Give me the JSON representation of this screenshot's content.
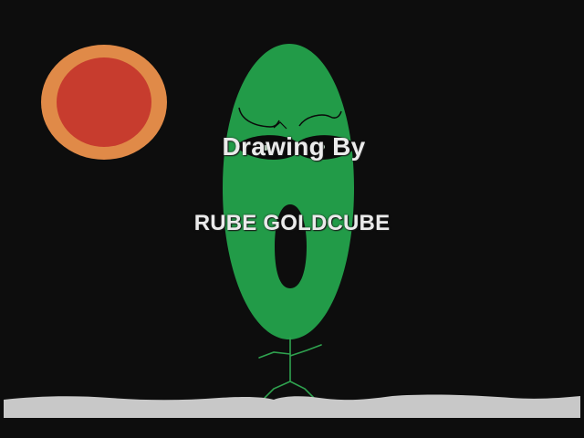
{
  "caption": {
    "line1": "Drawing By",
    "line2": "RUBE GOLDCUBE"
  },
  "colors": {
    "background": "#0d0d0d",
    "sun_outer": "#e08a48",
    "sun_inner": "#c73c2e",
    "creature_body": "#229b48",
    "creature_stroke": "#2fa24f",
    "ground": "#c8c8c8",
    "caption_text": "#ebebeb"
  },
  "icons": {
    "sun": "sun-icon",
    "creature": "green-bean-creature-icon",
    "ground": "ground-strip"
  }
}
